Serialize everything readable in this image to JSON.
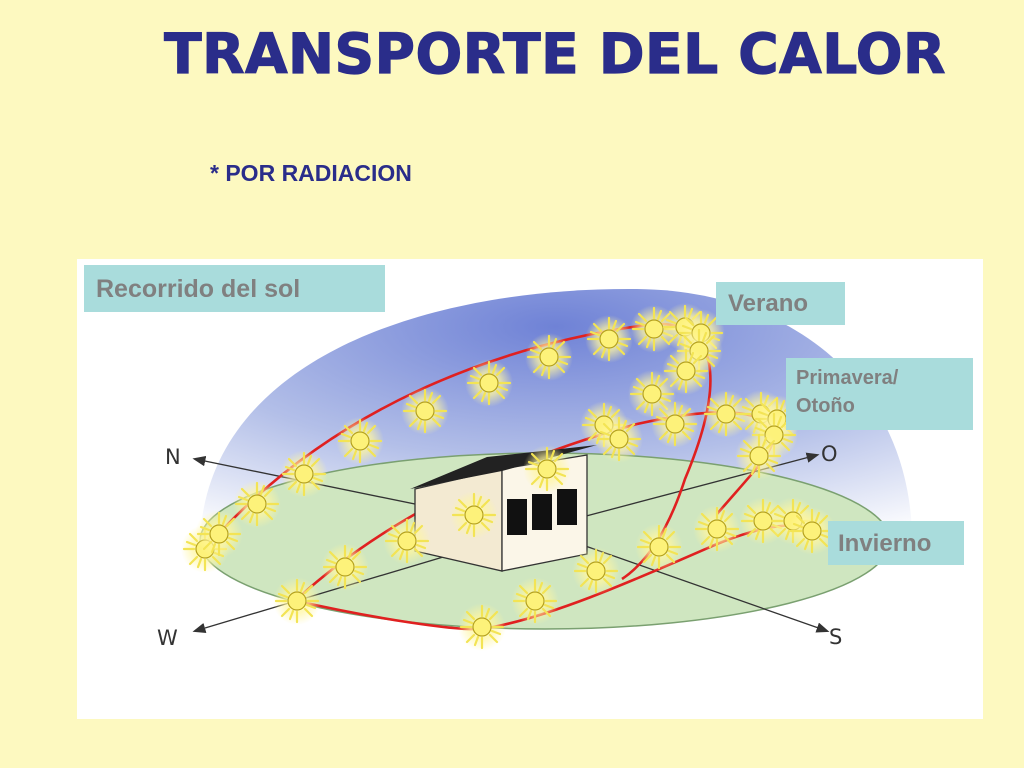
{
  "title": "TRANSPORTE DEL CALOR",
  "subtitle": "* POR RADIACION",
  "figure": {
    "labels": {
      "recorrido": "Recorrido del sol",
      "verano": "Verano",
      "primavera_line1": "Primavera/",
      "primavera_line2": "Otoño",
      "invierno": "Invierno"
    },
    "directions": {
      "north": "N",
      "east": "O",
      "west": "W",
      "south": "S"
    },
    "colors": {
      "background": "#fdf9c0",
      "title": "#2a2d8a",
      "label_box": "#a9dcdc",
      "label_text": "#808080",
      "sun_path": "#e02020",
      "ground": "#cfe6c0",
      "dome": "#8fa0dd",
      "sun": "#fdf27a"
    },
    "icons": [
      "sun-icon",
      "house-icon",
      "arrow-icon"
    ]
  }
}
